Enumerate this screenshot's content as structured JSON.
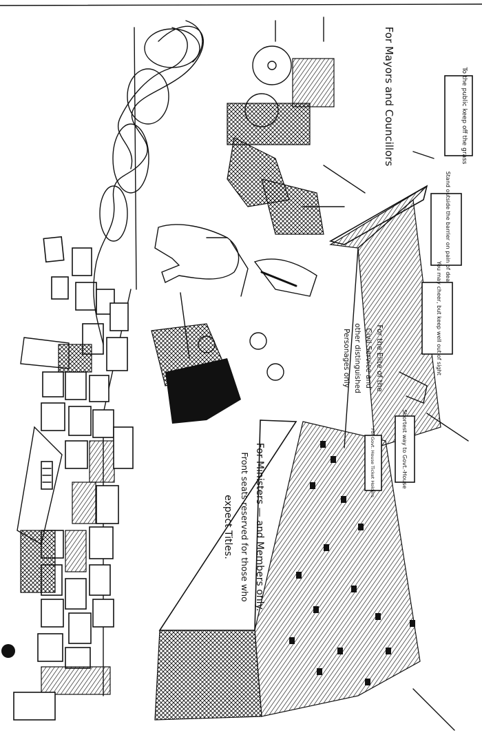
{
  "signs": {
    "public": "To the public keep off the grass",
    "barrier": "Stand outside the barrier on pain of death",
    "cheer": "You may cheer, but keep well out of sight",
    "shortest": "Shortest way to Govt.-House",
    "ticket": "For Govt. House Ticket Holders"
  },
  "labels": {
    "mayors": "For Mayors and Councillors",
    "elite_1": "For the Elite of the",
    "elite_2": "Civil Service and",
    "elite_3": "other distinguished",
    "elite_4": "Personages only",
    "ministers_1": "For Ministers — and Members only.",
    "ministers_2": "Front seats reserved for those who",
    "ministers_3": "expect Titles."
  }
}
